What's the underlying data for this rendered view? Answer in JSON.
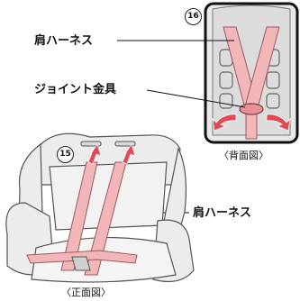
{
  "labels": {
    "shoulder_harness_top": "肩ハーネス",
    "joint_fitting": "ジョイント金具",
    "shoulder_harness_bottom": "肩ハーネス"
  },
  "captions": {
    "back_view": "〈背面図〉",
    "front_view": "〈正面図〉"
  },
  "step_numbers": {
    "back": "16",
    "front": "15"
  },
  "colors": {
    "harness": "#f2b5b8",
    "harness_stroke": "#9a5a5e",
    "arrow": "#e04a55",
    "panel_bg": "#e8e8e8"
  }
}
